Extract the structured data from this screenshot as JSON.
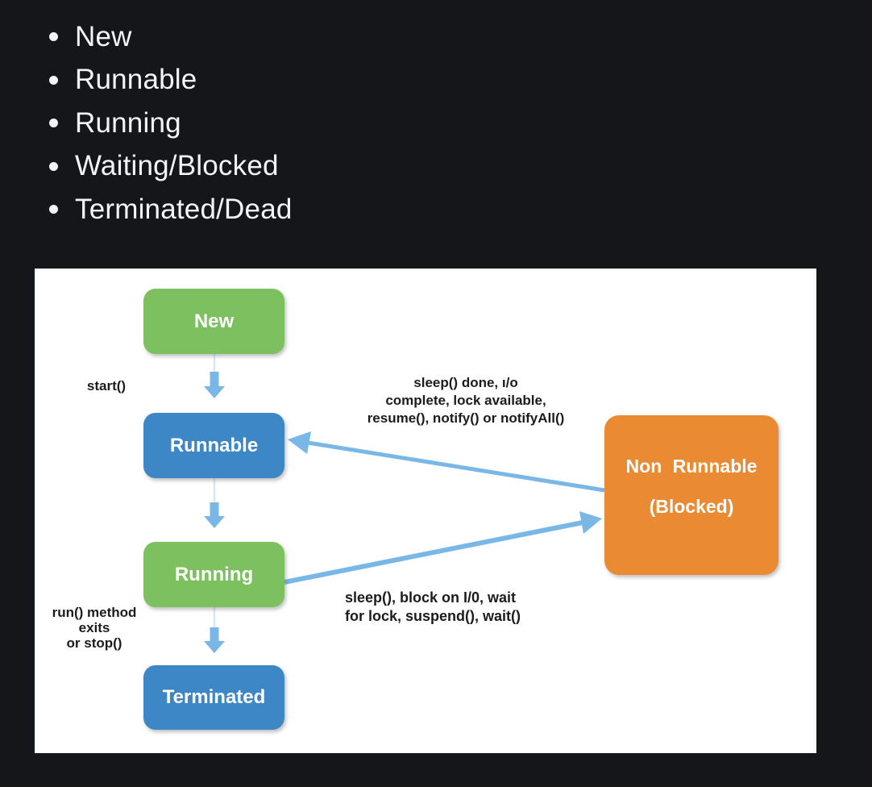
{
  "colors": {
    "page-bg": "#14161a",
    "panel-bg": "#ffffff",
    "green": "#7cc05f",
    "blue": "#3d87c6",
    "orange": "#ea8b33",
    "arrow": "#79b7e7",
    "arrow-light": "#cfe4f4",
    "label": "#1c1c1c",
    "bullet-text": "#f3f4f6"
  },
  "bullets": {
    "items": [
      "New",
      "Runnable",
      "Running",
      "Waiting/Blocked",
      "Terminated/Dead"
    ]
  },
  "diagram": {
    "nodes": {
      "new": {
        "label": "New"
      },
      "runnable": {
        "label": "Runnable"
      },
      "running": {
        "label": "Running"
      },
      "terminated": {
        "label": "Terminated"
      },
      "non_runnable": {
        "line1": "Non Runnable",
        "line2": "(Blocked)"
      }
    },
    "labels": {
      "start": "start()",
      "run_exit": {
        "line1": "run() method",
        "line2": "exits",
        "line3": "or stop()"
      },
      "to_runnable": {
        "line1": "sleep() done, ı/o",
        "line2": "complete, lock available,",
        "line3": "resume(), notify() or notifyAll()"
      },
      "to_blocked": {
        "line1": "sleep(), block on I/0, wait",
        "line2": "for lock, suspend(), wait()"
      }
    }
  }
}
